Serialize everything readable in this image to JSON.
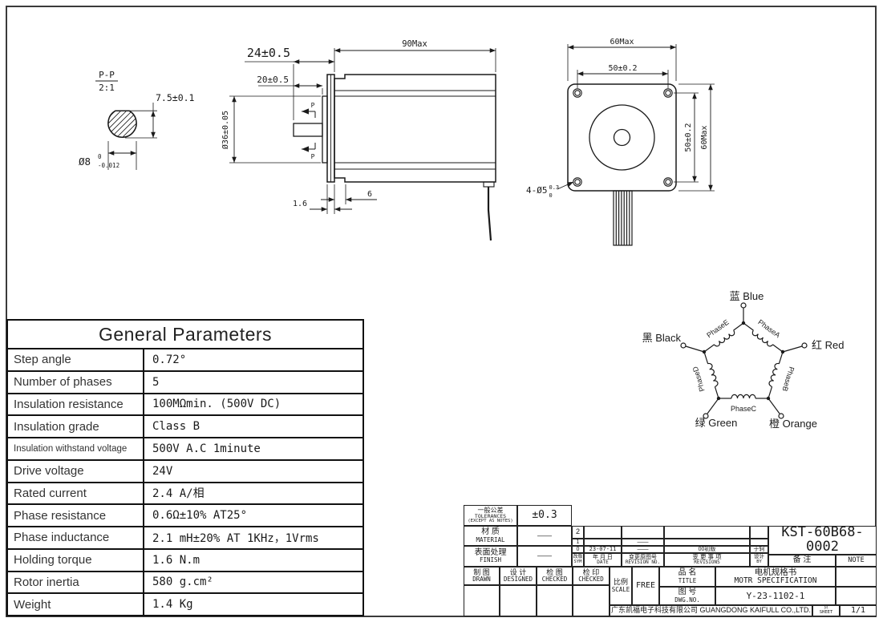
{
  "section_view": {
    "label_line1": "P-P",
    "label_line2": "2:1",
    "dim_across_flat": "7.5±0.1",
    "dim_diameter": "Ø8",
    "dim_diameter_tol_upper": "0",
    "dim_diameter_tol_lower": "-0.012"
  },
  "side_view": {
    "dim_shaft_length": "24±0.5",
    "dim_boss_length": "20±0.5",
    "dim_body_length": "90Max",
    "dim_pilot_diameter": "Ø36±0.05",
    "dim_flange_thickness": "1.6",
    "dim_step": "6",
    "section_marker": "P"
  },
  "front_view": {
    "dim_width": "60Max",
    "dim_hole_spacing_h": "50±0.2",
    "dim_hole_spacing_v": "50±0.2",
    "dim_height": "60Max",
    "dim_holes": "4-Ø5",
    "dim_holes_tol_upper": "0.3",
    "dim_holes_tol_lower": "0"
  },
  "wiring_diagram": {
    "wire_labels": {
      "blue": "蓝 Blue",
      "black": "黑 Black",
      "red": "红 Red",
      "green": "绿 Green",
      "orange": "橙 Orange"
    },
    "phase_labels": {
      "a": "PhaseA",
      "b": "PhaseB",
      "c": "PhaseC",
      "d": "PhaseD",
      "e": "PhaseE"
    }
  },
  "parameters_table": {
    "title": "General Parameters",
    "rows": [
      {
        "label": "Step angle",
        "value": "0.72°"
      },
      {
        "label": "Number of phases",
        "value": "5"
      },
      {
        "label": "Insulation resistance",
        "value": "100MΩmin. (500V DC)"
      },
      {
        "label": "Insulation grade",
        "value": "Class B"
      },
      {
        "label": "Insulation withstand voltage",
        "value": "500V A.C 1minute"
      },
      {
        "label": "Drive voltage",
        "value": "24V"
      },
      {
        "label": "Rated current",
        "value": "2.4 A/相"
      },
      {
        "label": "Phase resistance",
        "value": "0.6Ω±10%  AT25°"
      },
      {
        "label": "Phase inductance",
        "value": "2.1 mH±20%  AT 1KHz，1Vrms"
      },
      {
        "label": "Holding torque",
        "value": "1.6 N.m"
      },
      {
        "label": "Rotor inertia",
        "value": "580 g.cm²"
      },
      {
        "label": "Weight",
        "value": "1.4 Kg"
      }
    ]
  },
  "title_block": {
    "tolerances_cn": "一般公差",
    "tolerances_en": "TOLERANCES",
    "tolerances_note": "(EXCEPT AS NOTES)",
    "tolerances_value": "±0.3",
    "material_cn": "材 质",
    "material_en": "MATERIAL",
    "material_value": "——",
    "finish_cn": "表面处理",
    "finish_en": "FINISH",
    "finish_value": "——",
    "drawn_cn": "制 图",
    "drawn_en": "DRAWN",
    "designed_cn": "设 计",
    "designed_en": "DESIGNED",
    "checked_cn": "检 图",
    "checked_en": "CHECKED",
    "stamped_cn": "检 印",
    "stamped_en": "CHECKED",
    "rev_header": {
      "sym_cn": "改版",
      "sym_en": "SYM",
      "date_cn": "年 月 日",
      "date_en": "DATE",
      "rev_no_cn": "变更原图号",
      "rev_no_en": "REVISION NO.",
      "revisions_cn": "变 更 事 项",
      "revisions_en": "REVISIONS",
      "by_cn": "设计",
      "by_en": "BY"
    },
    "rev_rows": [
      {
        "sym": "2",
        "date": "",
        "rev_no": "",
        "revisions": "",
        "by": ""
      },
      {
        "sym": "1",
        "date": "",
        "rev_no": "——",
        "revisions": "",
        "by": ""
      },
      {
        "sym": "0",
        "date": "23-07-11",
        "rev_no": "——",
        "revisions": "00初版",
        "by": "于轲"
      }
    ],
    "scale_cn": "比例",
    "scale_en": "SCALE",
    "scale_value": "FREE",
    "part_number": "KST-60B68-0002",
    "note_cn": "备 注",
    "note_en": "NOTE",
    "title_cn": "品 名",
    "title_en": "TITLE",
    "title_value_cn": "电机规格书",
    "title_value_en": "MOTR SPECIFICATION",
    "dwg_cn": "图 号",
    "dwg_en": "DWG.NO.",
    "dwg_value": "Y-23-1102-1",
    "company": "广东凯福电子科技有限公司 GUANGDONG KAIFULL CO.,LTD.",
    "sheet_cn": "页",
    "sheet_en": "SHEET",
    "sheet_value": "1/1"
  }
}
